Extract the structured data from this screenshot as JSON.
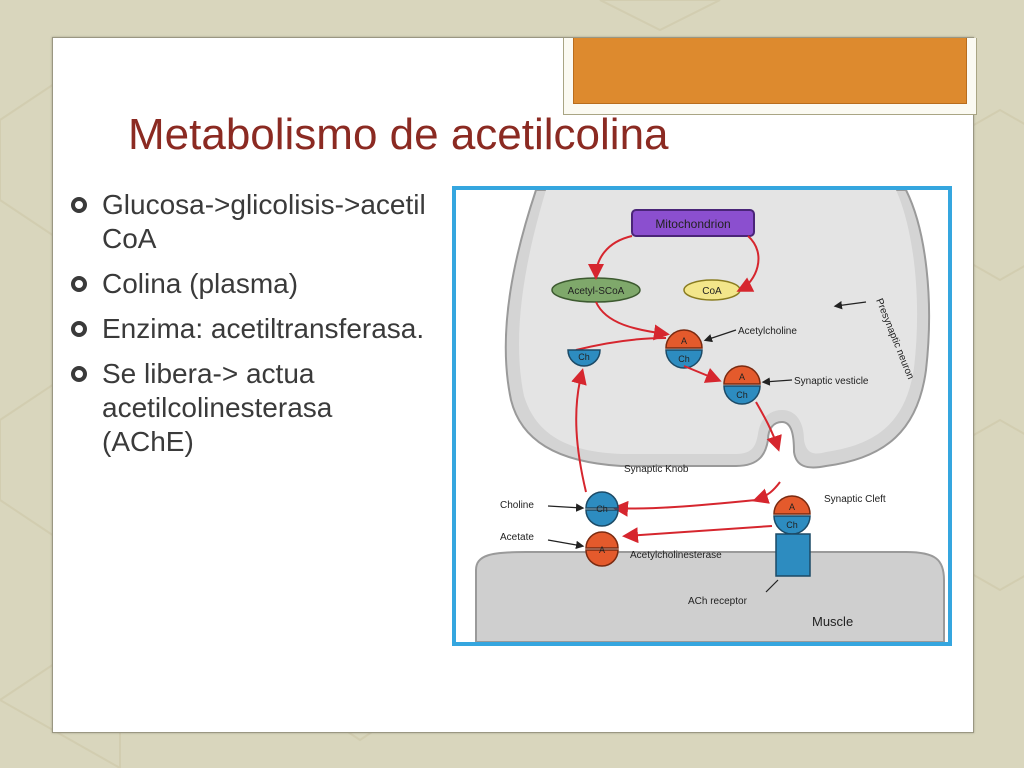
{
  "slide": {
    "title": "Metabolismo de acetilcolina",
    "bullets": [
      "Glucosa->glicolisis->acetil CoA",
      "Colina (plasma)",
      "Enzima: acetiltransferasa.",
      "Se libera-> actua acetilcolinesterasa (AChE)"
    ]
  },
  "diagram": {
    "labels": {
      "mitochondrion": "Mitochondrion",
      "acetyl_scoa": "Acetyl-SCoA",
      "coa": "CoA",
      "acetylcholine": "Acetylcholine",
      "synaptic_vesicle": "Synaptic vesticle",
      "presynaptic_neuron": "Presynaptic neuron",
      "synaptic_knob": "Synaptic Knob",
      "choline": "Choline",
      "acetate": "Acetate",
      "synaptic_cleft": "Synaptic Cleft",
      "acetylcholinesterase": "Acetylcholinesterase",
      "ach_receptor": "ACh receptor",
      "muscle": "Muscle"
    },
    "molecule_labels": {
      "choline": "Ch",
      "acetyl": "A"
    }
  },
  "colors": {
    "background": "#d9d6bd",
    "title": "#8b2a22",
    "accent_bar": "#dd8a2e",
    "figure_border": "#35a6df",
    "arrow": "#d6262e",
    "mitochondrion": "#8b4fcf",
    "choline_blue": "#2d8cc0",
    "acetyl_orange": "#e45a2c"
  }
}
